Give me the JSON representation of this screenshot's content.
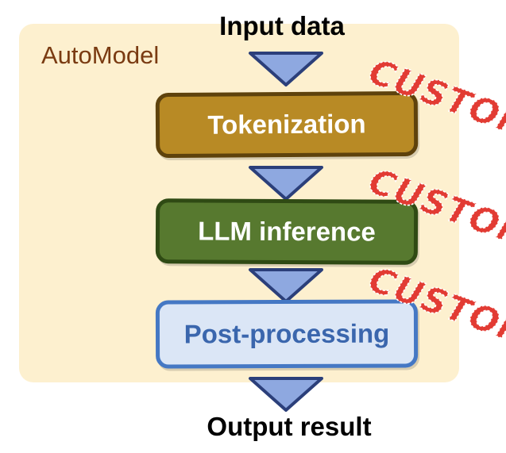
{
  "container": {
    "label": "AutoModel"
  },
  "input_label": "Input data",
  "output_label": "Output result",
  "stages": {
    "tokenization": "Tokenization",
    "llm_inference": "LLM inference",
    "post_processing": "Post-processing"
  },
  "stamps": {
    "tokenization": "CUSTOM",
    "llm_inference": "CUSTOM",
    "post_processing": "CUSTOM"
  },
  "colors": {
    "container_bg": "#fdf0cf",
    "container_label": "#7a3b12",
    "arrow_fill": "#8ea8e0",
    "arrow_stroke": "#2b3f7a",
    "tokenization_fill": "#b88a25",
    "llm_fill": "#57792f",
    "post_fill": "#dbe6f6",
    "post_text": "#3a66ad",
    "stamp_red": "#e23b33"
  }
}
